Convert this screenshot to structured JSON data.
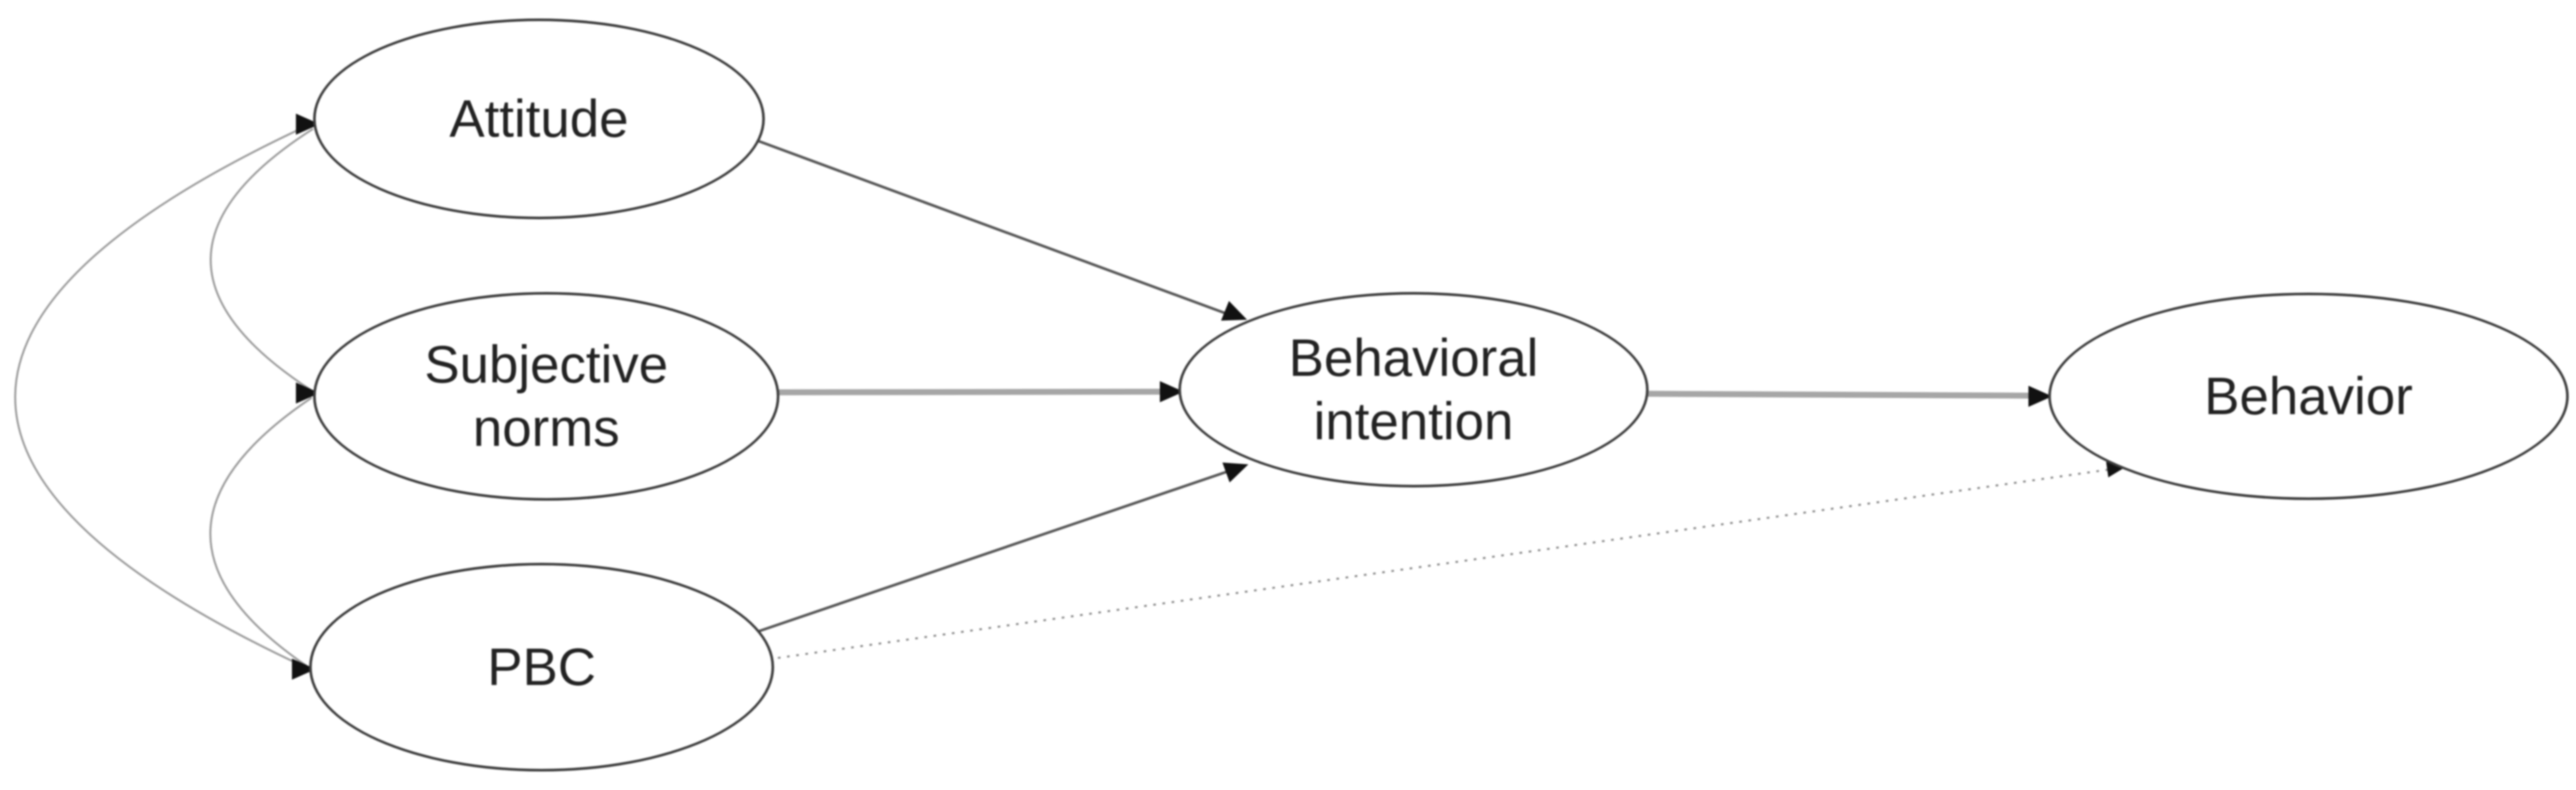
{
  "colors": {
    "ellipse_stroke": "#3d3d3d",
    "thick_arrow": "#a6a6a6",
    "thin_arrow": "#555555",
    "arc": "#9b9b9b",
    "dotted": "#8a8a8a",
    "arrowhead": "#111111",
    "text": "#222222"
  },
  "nodes": [
    {
      "id": "attitude",
      "lines": [
        "Attitude"
      ]
    },
    {
      "id": "subjective-norms",
      "lines": [
        "Subjective",
        "norms"
      ]
    },
    {
      "id": "pbc",
      "lines": [
        "PBC"
      ]
    },
    {
      "id": "behavioral-intention",
      "lines": [
        "Behavioral",
        "intention"
      ]
    },
    {
      "id": "behavior",
      "lines": [
        "Behavior"
      ]
    }
  ],
  "edges": [
    {
      "from": "attitude",
      "to": "behavioral-intention",
      "style": "solid-thin"
    },
    {
      "from": "subjective-norms",
      "to": "behavioral-intention",
      "style": "solid-thick"
    },
    {
      "from": "pbc",
      "to": "behavioral-intention",
      "style": "solid-thin"
    },
    {
      "from": "behavioral-intention",
      "to": "behavior",
      "style": "solid-thick"
    },
    {
      "from": "pbc",
      "to": "behavior",
      "style": "dotted"
    },
    {
      "between": [
        "attitude",
        "subjective-norms"
      ],
      "style": "correlation-arc"
    },
    {
      "between": [
        "subjective-norms",
        "pbc"
      ],
      "style": "correlation-arc"
    },
    {
      "between": [
        "attitude",
        "pbc"
      ],
      "style": "correlation-arc"
    }
  ]
}
